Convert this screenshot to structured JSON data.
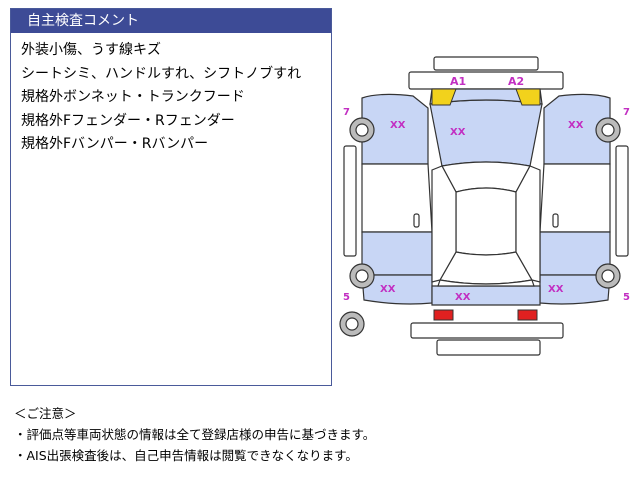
{
  "comment_panel": {
    "title": "自主検査コメント",
    "lines": [
      "外装小傷、うす線キズ",
      "シートシミ、ハンドルすれ、シフトノブすれ",
      "規格外ボンネット・トランクフード",
      "規格外Fフェンダー・Rフェンダー",
      "規格外Fバンパー・Rバンパー"
    ]
  },
  "diagram": {
    "marks": {
      "a1": "A1",
      "a2": "A2",
      "xx_front_left_fender": "XX",
      "xx_hood": "XX",
      "xx_front_right_fender": "XX",
      "xx_rear_left": "XX",
      "xx_rear_bumper": "XX",
      "xx_rear_right": "XX",
      "num_front_left": "7",
      "num_front_right": "7",
      "num_rear_left": "5",
      "num_rear_right": "5"
    },
    "colors": {
      "damaged_panel": "#c8d6f5",
      "outline": "#333333",
      "mark_text": "#c22fc2",
      "headlight_marker": "#f2d21c",
      "taillight_marker": "#e02020"
    }
  },
  "notes": {
    "heading": "＜ご注意＞",
    "items": [
      "・評価点等車両状態の情報は全て登録店様の申告に基づきます。",
      "・AIS出張検査後は、自己申告情報は閲覧できなくなります。"
    ]
  }
}
